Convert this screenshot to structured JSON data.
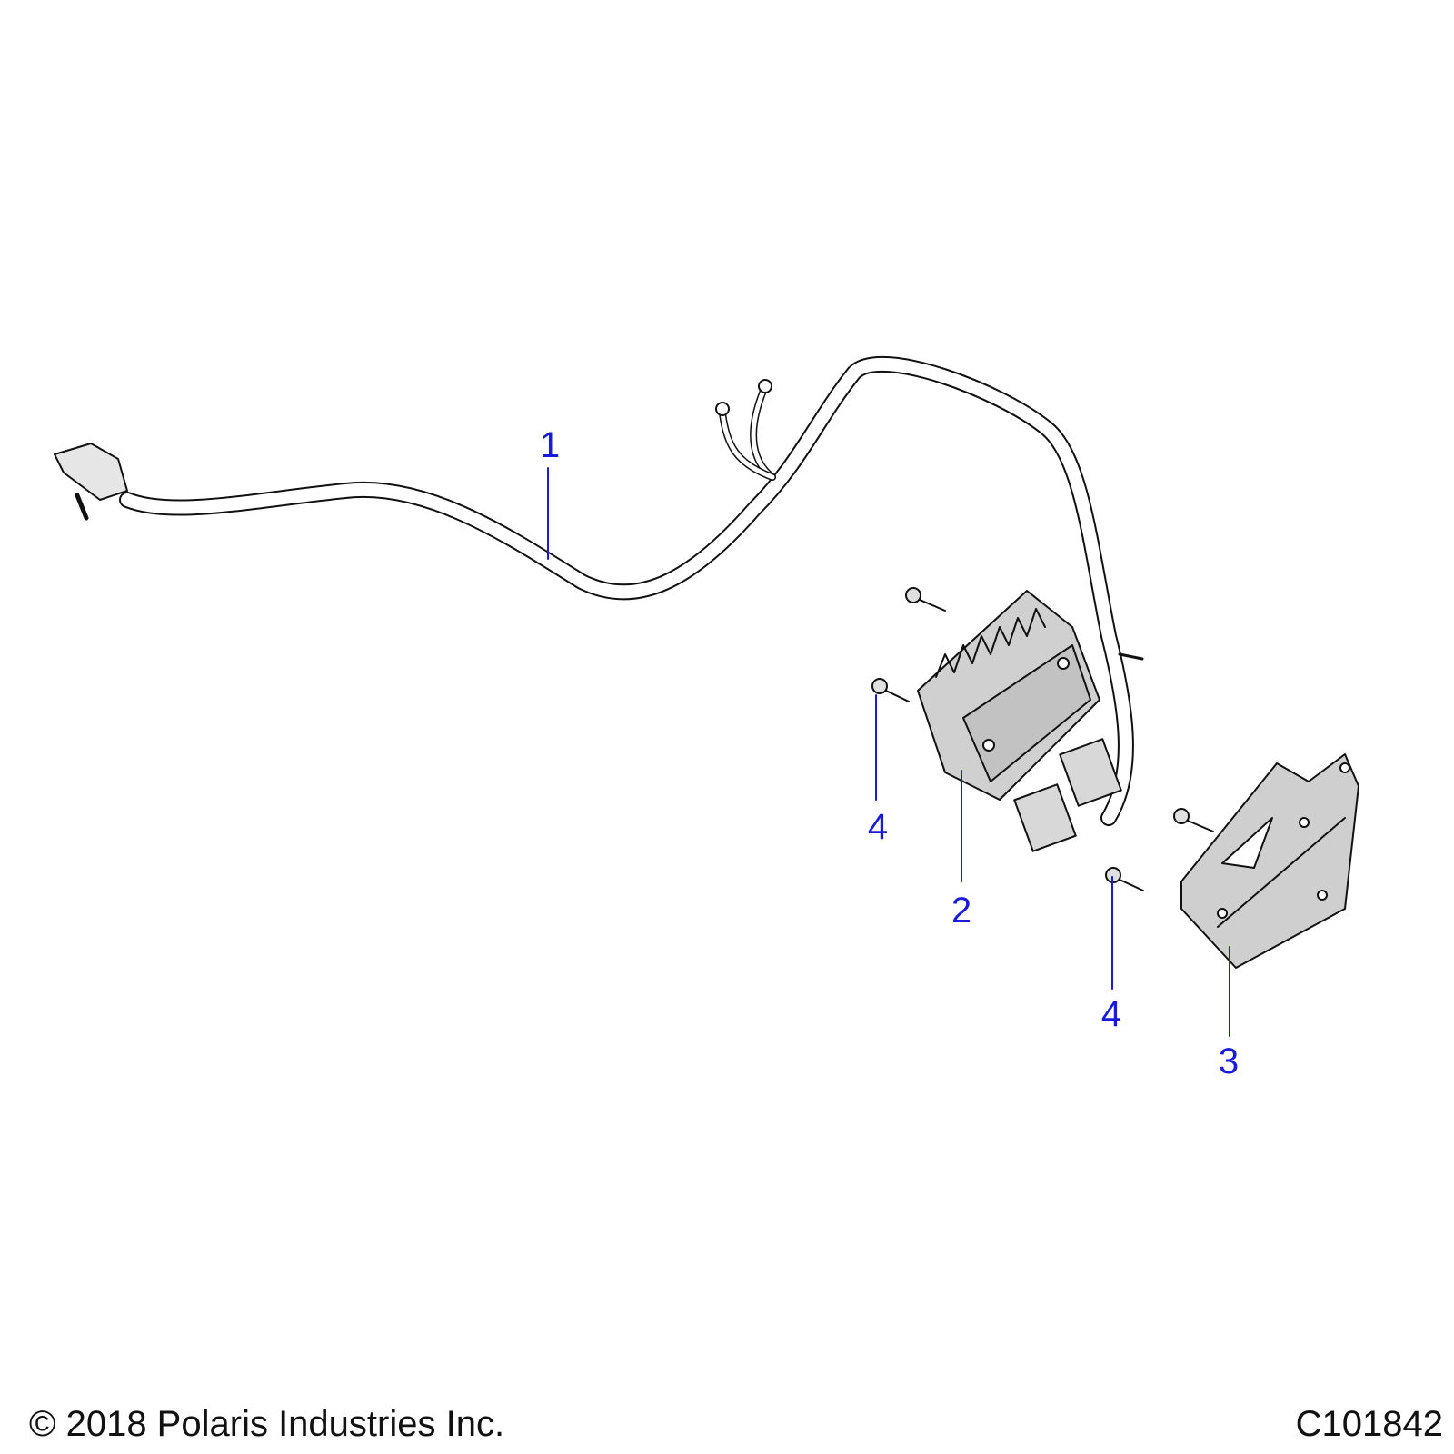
{
  "callouts": [
    {
      "id": "1",
      "label": "1"
    },
    {
      "id": "4a",
      "label": "4"
    },
    {
      "id": "2",
      "label": "2"
    },
    {
      "id": "4b",
      "label": "4"
    },
    {
      "id": "3",
      "label": "3"
    }
  ],
  "footer": {
    "copyright": "© 2018 Polaris Industries Inc.",
    "diagram_code": "C101842"
  },
  "colors": {
    "callout": "#1a1adc",
    "line": "#111111",
    "part_fill": "#c8c8c8"
  }
}
